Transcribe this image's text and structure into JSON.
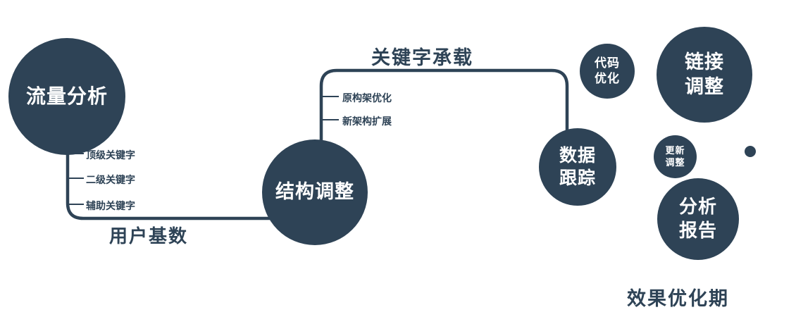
{
  "diagram": {
    "nodes": {
      "traffic": {
        "label": "流量分析"
      },
      "structure": {
        "label": "结构调整"
      },
      "tracking": {
        "line1": "数据",
        "line2": "跟踪"
      },
      "code": {
        "line1": "代码",
        "line2": "优化"
      },
      "link": {
        "line1": "链接",
        "line2": "调整"
      },
      "update": {
        "line1": "更新",
        "line2": "调整"
      },
      "report": {
        "line1": "分析",
        "line2": "报告"
      }
    },
    "edges": {
      "user_base_label": "用户基数",
      "keyword_label": "关键字承载"
    },
    "ticks_left": [
      "顶级关键字",
      "二级关键字",
      "辅助关键字"
    ],
    "ticks_mid": [
      "原构架优化",
      "新架构扩展"
    ],
    "footer": "效果优化期",
    "colors": {
      "node_fill": "#2e4356",
      "node_text": "#ffffff",
      "line": "#2e4356"
    }
  }
}
